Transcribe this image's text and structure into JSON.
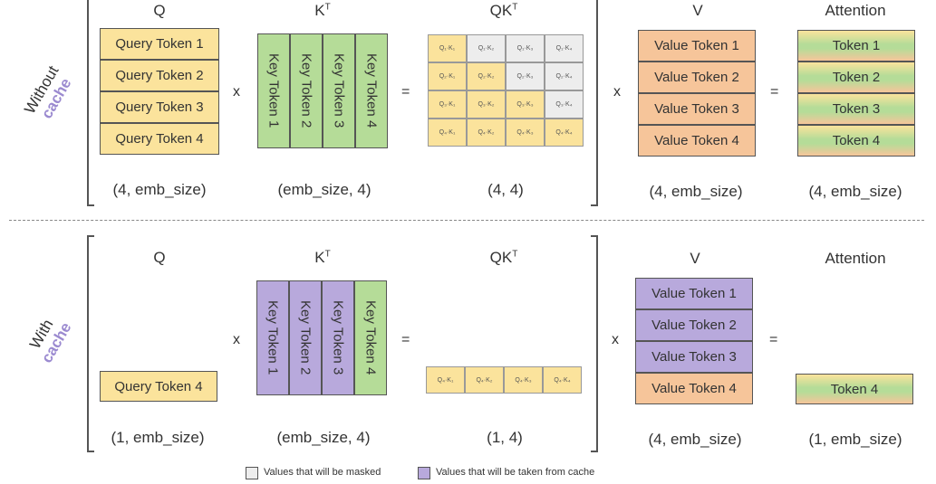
{
  "labels": {
    "q": "Q",
    "k": "K",
    "qk": "QK",
    "t": "T",
    "v": "V",
    "attention": "Attention",
    "x": "x",
    "eq": "="
  },
  "without": {
    "side_top": "Without",
    "side_bottom": "cache",
    "q_tokens": [
      "Query Token 1",
      "Query Token 2",
      "Query Token 3",
      "Query Token 4"
    ],
    "k_tokens": [
      "Key Token 1",
      "Key Token 2",
      "Key Token 3",
      "Key Token 4"
    ],
    "qk_cells": [
      [
        "Q₁·K₁",
        "Q₁·K₂",
        "Q₁·K₃",
        "Q₁·K₄"
      ],
      [
        "Q₂·K₁",
        "Q₂·K₂",
        "Q₂·K₃",
        "Q₂·K₄"
      ],
      [
        "Q₃·K₁",
        "Q₃·K₂",
        "Q₃·K₃",
        "Q₃·K₄"
      ],
      [
        "Q₄·K₁",
        "Q₄·K₂",
        "Q₄·K₃",
        "Q₄·K₄"
      ]
    ],
    "v_tokens": [
      "Value Token 1",
      "Value Token 2",
      "Value Token 3",
      "Value Token 4"
    ],
    "att_tokens": [
      "Token 1",
      "Token 2",
      "Token 3",
      "Token 4"
    ],
    "dims": {
      "q": "(4, emb_size)",
      "k": "(emb_size, 4)",
      "qk": "(4, 4)",
      "v": "(4, emb_size)",
      "att": "(4, emb_size)"
    }
  },
  "with": {
    "side_top": "With",
    "side_bottom": "cache",
    "q_token": "Query Token 4",
    "k_tokens": [
      "Key Token 1",
      "Key Token 2",
      "Key Token 3",
      "Key Token 4"
    ],
    "qk_cells": [
      "Q₄·K₁",
      "Q₄·K₂",
      "Q₄·K₃",
      "Q₄·K₄"
    ],
    "v_tokens": [
      "Value Token 1",
      "Value Token 2",
      "Value Token 3",
      "Value Token 4"
    ],
    "att_token": "Token 4",
    "dims": {
      "q": "(1, emb_size)",
      "k": "(emb_size, 4)",
      "qk": "(1, 4)",
      "v": "(4, emb_size)",
      "att": "(1, emb_size)"
    }
  },
  "legend": {
    "masked": "Values that will be masked",
    "cache": "Values that will be taken from cache"
  },
  "colors": {
    "query": "#fbe39c",
    "key": "#b5dc98",
    "value": "#f6c59a",
    "cache": "#b8a9dc",
    "masked": "#ededed",
    "cache_label": "#9b8ad0"
  }
}
